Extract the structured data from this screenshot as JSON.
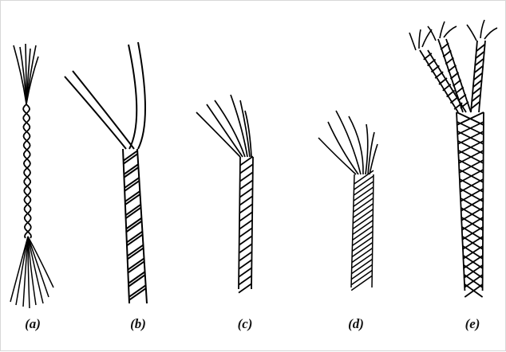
{
  "figure": {
    "panels": [
      {
        "id": "a",
        "label": "(a)"
      },
      {
        "id": "b",
        "label": "(b)"
      },
      {
        "id": "c",
        "label": "(c)"
      },
      {
        "id": "d",
        "label": "(d)"
      },
      {
        "id": "e",
        "label": "(e)"
      }
    ]
  }
}
